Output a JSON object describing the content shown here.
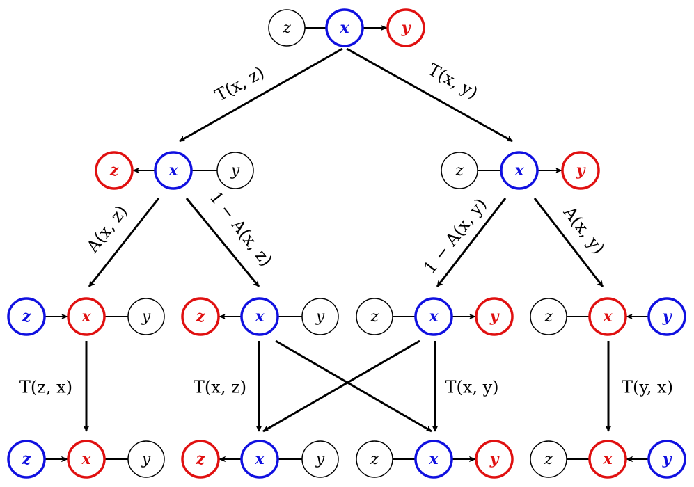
{
  "colors": {
    "blue": "#1010e0",
    "red": "#e01010",
    "black": "#000000"
  },
  "rows": [
    {
      "groups": [
        {
          "nodes": [
            {
              "label": "z",
              "color": "black"
            },
            {
              "label": "x",
              "color": "blue"
            },
            {
              "label": "y",
              "color": "red"
            }
          ],
          "links": [
            {
              "type": "line"
            },
            {
              "type": "arrow-right"
            }
          ]
        }
      ]
    },
    {
      "groups": [
        {
          "nodes": [
            {
              "label": "z",
              "color": "red"
            },
            {
              "label": "x",
              "color": "blue"
            },
            {
              "label": "y",
              "color": "black"
            }
          ],
          "links": [
            {
              "type": "arrow-left"
            },
            {
              "type": "line"
            }
          ]
        },
        {
          "nodes": [
            {
              "label": "z",
              "color": "black"
            },
            {
              "label": "x",
              "color": "blue"
            },
            {
              "label": "y",
              "color": "red"
            }
          ],
          "links": [
            {
              "type": "line"
            },
            {
              "type": "arrow-right"
            }
          ]
        }
      ]
    },
    {
      "groups": [
        {
          "nodes": [
            {
              "label": "z",
              "color": "blue"
            },
            {
              "label": "x",
              "color": "red"
            },
            {
              "label": "y",
              "color": "black"
            }
          ],
          "links": [
            {
              "type": "arrow-right"
            },
            {
              "type": "line"
            }
          ]
        },
        {
          "nodes": [
            {
              "label": "z",
              "color": "red"
            },
            {
              "label": "x",
              "color": "blue"
            },
            {
              "label": "y",
              "color": "black"
            }
          ],
          "links": [
            {
              "type": "arrow-left"
            },
            {
              "type": "line"
            }
          ]
        },
        {
          "nodes": [
            {
              "label": "z",
              "color": "black"
            },
            {
              "label": "x",
              "color": "blue"
            },
            {
              "label": "y",
              "color": "red"
            }
          ],
          "links": [
            {
              "type": "line"
            },
            {
              "type": "arrow-right"
            }
          ]
        },
        {
          "nodes": [
            {
              "label": "z",
              "color": "black"
            },
            {
              "label": "x",
              "color": "red"
            },
            {
              "label": "y",
              "color": "blue"
            }
          ],
          "links": [
            {
              "type": "line"
            },
            {
              "type": "arrow-left"
            }
          ]
        }
      ]
    },
    {
      "groups": [
        {
          "nodes": [
            {
              "label": "z",
              "color": "blue"
            },
            {
              "label": "x",
              "color": "red"
            },
            {
              "label": "y",
              "color": "black"
            }
          ],
          "links": [
            {
              "type": "arrow-right"
            },
            {
              "type": "line"
            }
          ]
        },
        {
          "nodes": [
            {
              "label": "z",
              "color": "red"
            },
            {
              "label": "x",
              "color": "blue"
            },
            {
              "label": "y",
              "color": "black"
            }
          ],
          "links": [
            {
              "type": "arrow-left"
            },
            {
              "type": "line"
            }
          ]
        },
        {
          "nodes": [
            {
              "label": "z",
              "color": "black"
            },
            {
              "label": "x",
              "color": "blue"
            },
            {
              "label": "y",
              "color": "red"
            }
          ],
          "links": [
            {
              "type": "line"
            },
            {
              "type": "arrow-right"
            }
          ]
        },
        {
          "nodes": [
            {
              "label": "z",
              "color": "black"
            },
            {
              "label": "x",
              "color": "red"
            },
            {
              "label": "y",
              "color": "blue"
            }
          ],
          "links": [
            {
              "type": "line"
            },
            {
              "type": "arrow-left"
            }
          ]
        }
      ]
    }
  ],
  "edges": [
    {
      "label": "T(x, z)"
    },
    {
      "label": "T(x, y)"
    },
    {
      "label": "A(x, z)"
    },
    {
      "label": "1 − A(x, z)"
    },
    {
      "label": "1 − A(x, y)"
    },
    {
      "label": "A(x, y)"
    },
    {
      "label": "T(z, x)"
    },
    {
      "label": "T(x, z)"
    },
    {
      "label": ""
    },
    {
      "label": ""
    },
    {
      "label": "T(x, y)"
    },
    {
      "label": "T(y, x)"
    }
  ]
}
